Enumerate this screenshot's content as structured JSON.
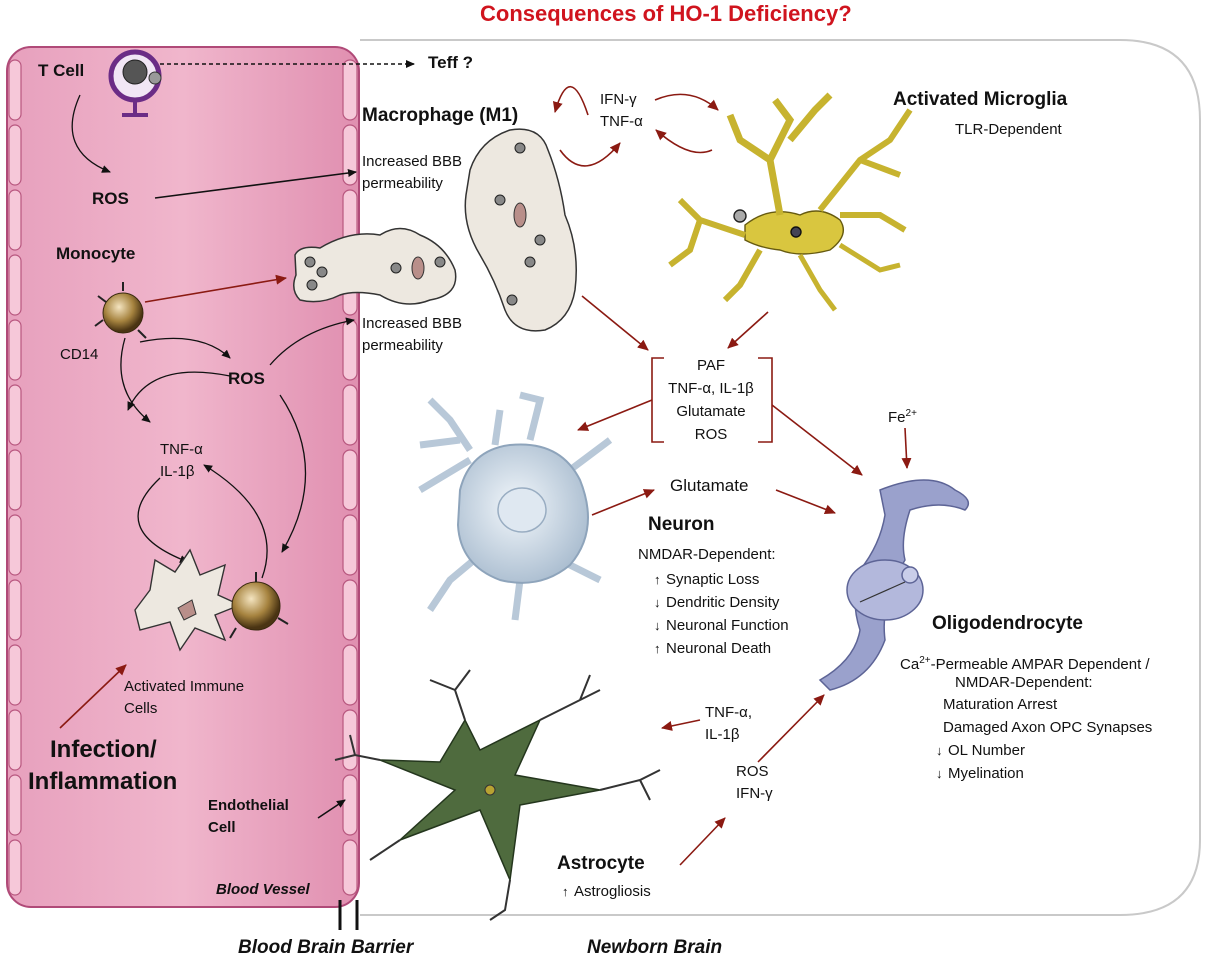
{
  "title": "Consequences of HO-1 Deficiency?",
  "vessel": {
    "t_cell": "T Cell",
    "teff": "Teff ?",
    "ros_top": "ROS",
    "monocyte": "Monocyte",
    "cd14": "CD14",
    "ros_mid": "ROS",
    "tnf": "TNF-α",
    "il1": "IL-1β",
    "activated_immune": "Activated Immune",
    "cells": "Cells",
    "infection": "Infection/",
    "inflammation": "Inflammation",
    "endothelial": "Endothelial",
    "endothelial_cell": "Cell",
    "blood_vessel": "Blood Vessel"
  },
  "bbb": {
    "increased_1": "Increased BBB",
    "permeability_1": "permeability",
    "increased_2": "Increased BBB",
    "permeability_2": "permeability"
  },
  "brain": {
    "macrophage": "Macrophage (M1)",
    "ifn": "IFN-γ",
    "tnf": "TNF-α",
    "microglia": "Activated Microglia",
    "tlr": "TLR-Dependent",
    "paf": "PAF",
    "tnf_il": "TNF-α, IL-1β",
    "glutamate": "Glutamate",
    "ros": "ROS",
    "fe": "Fe",
    "fe_sup": "2+",
    "glutamate2": "Glutamate",
    "neuron": "Neuron",
    "nmdar": "NMDAR-Dependent:",
    "neuron_effects": [
      {
        "dir": "up",
        "text": "Synaptic Loss"
      },
      {
        "dir": "down",
        "text": "Dendritic Density"
      },
      {
        "dir": "down",
        "text": "Neuronal Function"
      },
      {
        "dir": "up",
        "text": "Neuronal Death"
      }
    ],
    "oligo": "Oligodendrocyte",
    "ca": "Ca",
    "ca_sup": "2+",
    "ampar": "-Permeable AMPAR Dependent /",
    "nmdar2": "NMDAR-Dependent:",
    "maturation": "Maturation Arrest",
    "damaged": "Damaged Axon OPC Synapses",
    "ol_number": "OL Number",
    "myelination": "Myelination",
    "tnf_astro": "TNF-α,",
    "il_astro": "IL-1β",
    "ros_astro": "ROS",
    "ifn_astro": "IFN-γ",
    "astrocyte": "Astrocyte",
    "astrogliosis": "Astrogliosis"
  },
  "footer": {
    "bbb": "Blood Brain Barrier",
    "newborn": "Newborn Brain"
  },
  "colors": {
    "vessel": "#e89bb8",
    "vessel_border": "#b04a78",
    "title": "#d0141e",
    "red_arrow": "#8b1a12",
    "microglia": "#d6c23a",
    "neuron": "#c9d8e8",
    "oligo": "#8f97c4",
    "astro": "#3f5c35"
  },
  "up_glyph": "↑",
  "down_glyph": "↓"
}
